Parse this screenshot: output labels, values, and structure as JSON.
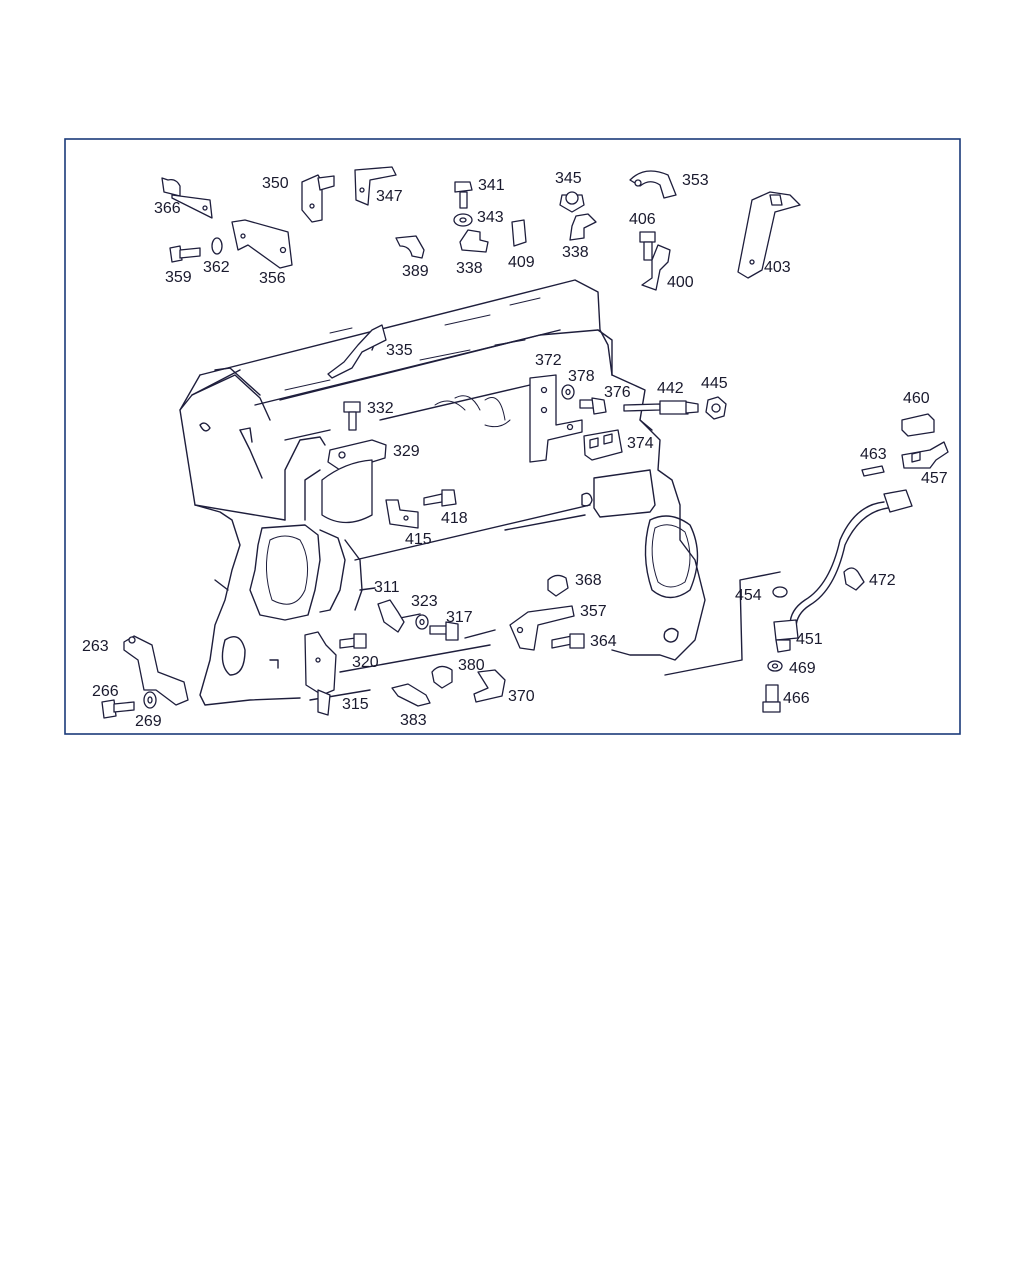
{
  "colors": {
    "frame": "#1a3a7a",
    "ink": "#1e1e3c",
    "background": "#ffffff"
  },
  "labels": [
    {
      "id": "366",
      "text": "366"
    },
    {
      "id": "350",
      "text": "350"
    },
    {
      "id": "347",
      "text": "347"
    },
    {
      "id": "341",
      "text": "341"
    },
    {
      "id": "345",
      "text": "345"
    },
    {
      "id": "353",
      "text": "353"
    },
    {
      "id": "343",
      "text": "343"
    },
    {
      "id": "406",
      "text": "406"
    },
    {
      "id": "359",
      "text": "359"
    },
    {
      "id": "362",
      "text": "362"
    },
    {
      "id": "356",
      "text": "356"
    },
    {
      "id": "389",
      "text": "389"
    },
    {
      "id": "338a",
      "text": "338"
    },
    {
      "id": "409",
      "text": "409"
    },
    {
      "id": "338b",
      "text": "338"
    },
    {
      "id": "400",
      "text": "400"
    },
    {
      "id": "403",
      "text": "403"
    },
    {
      "id": "335",
      "text": "335"
    },
    {
      "id": "372",
      "text": "372"
    },
    {
      "id": "378",
      "text": "378"
    },
    {
      "id": "376",
      "text": "376"
    },
    {
      "id": "442",
      "text": "442"
    },
    {
      "id": "445",
      "text": "445"
    },
    {
      "id": "460",
      "text": "460"
    },
    {
      "id": "332",
      "text": "332"
    },
    {
      "id": "329",
      "text": "329"
    },
    {
      "id": "374",
      "text": "374"
    },
    {
      "id": "463",
      "text": "463"
    },
    {
      "id": "457",
      "text": "457"
    },
    {
      "id": "418",
      "text": "418"
    },
    {
      "id": "415",
      "text": "415"
    },
    {
      "id": "368",
      "text": "368"
    },
    {
      "id": "472",
      "text": "472"
    },
    {
      "id": "311",
      "text": "311"
    },
    {
      "id": "323",
      "text": "323"
    },
    {
      "id": "317",
      "text": "317"
    },
    {
      "id": "357",
      "text": "357"
    },
    {
      "id": "454",
      "text": "454"
    },
    {
      "id": "263",
      "text": "263"
    },
    {
      "id": "364",
      "text": "364"
    },
    {
      "id": "451",
      "text": "451"
    },
    {
      "id": "320",
      "text": "320"
    },
    {
      "id": "380",
      "text": "380"
    },
    {
      "id": "469",
      "text": "469"
    },
    {
      "id": "266",
      "text": "266"
    },
    {
      "id": "370",
      "text": "370"
    },
    {
      "id": "466",
      "text": "466"
    },
    {
      "id": "269",
      "text": "269"
    },
    {
      "id": "315",
      "text": "315"
    },
    {
      "id": "383",
      "text": "383"
    }
  ]
}
